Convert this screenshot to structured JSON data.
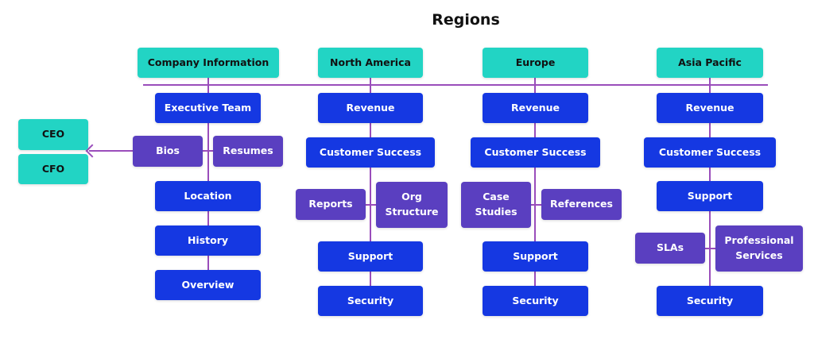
{
  "title": "Regions",
  "colors": {
    "header": "#22d4c4",
    "primary": "#1538e2",
    "secondary": "#5a3fc0",
    "connector": "#9a4dbb"
  },
  "company": {
    "header": "Company Information",
    "items": [
      "Executive Team",
      "Location",
      "History",
      "Overview"
    ],
    "sub": [
      "Bios",
      "Resumes"
    ],
    "executives": [
      "CEO",
      "CFO"
    ]
  },
  "north_america": {
    "header": "North America",
    "items": [
      "Revenue",
      "Customer Success",
      "Support",
      "Security"
    ],
    "sub": [
      "Reports",
      "Org Structure"
    ]
  },
  "europe": {
    "header": "Europe",
    "items": [
      "Revenue",
      "Customer Success",
      "Support",
      "Security"
    ],
    "sub": [
      "Case Studies",
      "References"
    ]
  },
  "asia_pacific": {
    "header": "Asia Pacific",
    "items": [
      "Revenue",
      "Customer Success",
      "Support",
      "Security"
    ],
    "sub": [
      "SLAs",
      "Professional Services"
    ]
  }
}
